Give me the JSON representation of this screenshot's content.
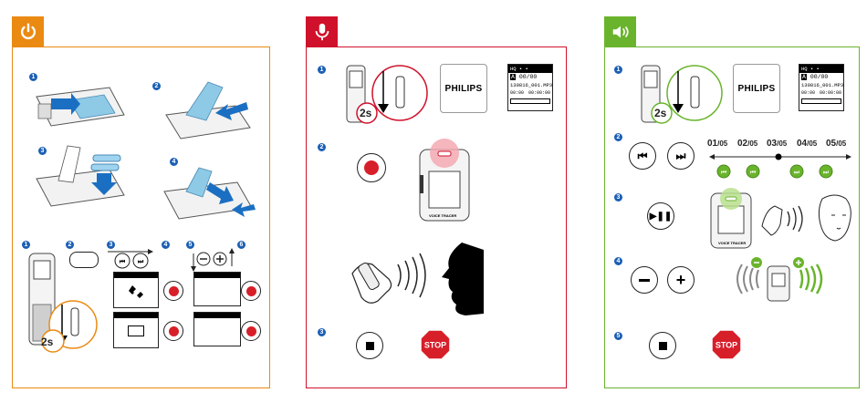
{
  "colors": {
    "power": "#ea8a12",
    "record": "#d0112b",
    "play": "#6ab42d",
    "record_button": "#d71f2a",
    "step_number": "#1a5fb4"
  },
  "panels": [
    {
      "id": "power",
      "icon": "power-icon"
    },
    {
      "id": "record",
      "icon": "microphone-icon"
    },
    {
      "id": "play",
      "icon": "speaker-icon"
    }
  ],
  "power": {
    "steps_top": [
      "1",
      "2",
      "3",
      "4"
    ],
    "steps_bottom": [
      "1",
      "2",
      "3",
      "4",
      "5",
      "6"
    ],
    "hold_time": "2s"
  },
  "record": {
    "steps": [
      "1",
      "2",
      "3"
    ],
    "hold_time": "2s",
    "brand": "PHILIPS",
    "device_brand": "VOICE TRACER",
    "stop_label": "STOP",
    "display": {
      "folder": "A",
      "counter": "00/00",
      "file": "130816_001.MP3",
      "time_left": "00:00",
      "time_right": "00:00:00"
    }
  },
  "play": {
    "steps": [
      "1",
      "2",
      "3",
      "4",
      "5"
    ],
    "hold_time": "2s",
    "brand": "PHILIPS",
    "device_brand": "VOICE TRACER",
    "stop_label": "STOP",
    "display": {
      "folder": "A",
      "counter": "00/00",
      "file": "130816_001.MP3",
      "time_left": "00:00",
      "time_right": "00:00:00"
    },
    "tracks": [
      {
        "num": "01",
        "den": "/05"
      },
      {
        "num": "02",
        "den": "/05"
      },
      {
        "num": "03",
        "den": "/05"
      },
      {
        "num": "04",
        "den": "/05"
      },
      {
        "num": "05",
        "den": "/05"
      }
    ]
  }
}
